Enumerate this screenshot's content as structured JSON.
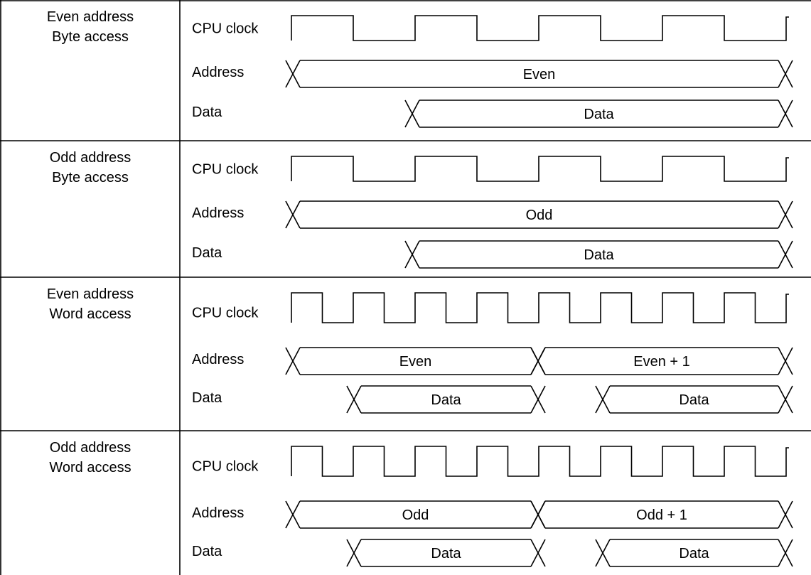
{
  "rows": [
    {
      "title": [
        "Even address",
        "Byte access"
      ],
      "clock_label": "CPU clock",
      "clock_cycles": 4,
      "address_label": "Address",
      "address_values": [
        "Even"
      ],
      "data_label": "Data",
      "data_values": [
        "Data"
      ]
    },
    {
      "title": [
        "Odd address",
        "Byte access"
      ],
      "clock_label": "CPU clock",
      "clock_cycles": 4,
      "address_label": "Address",
      "address_values": [
        "Odd"
      ],
      "data_label": "Data",
      "data_values": [
        "Data"
      ]
    },
    {
      "title": [
        "Even address",
        "Word access"
      ],
      "clock_label": "CPU clock",
      "clock_cycles": 8,
      "address_label": "Address",
      "address_values": [
        "Even",
        "Even + 1"
      ],
      "data_label": "Data",
      "data_values": [
        "Data",
        "Data"
      ]
    },
    {
      "title": [
        "Odd address",
        "Word access"
      ],
      "clock_label": "CPU clock",
      "clock_cycles": 8,
      "address_label": "Address",
      "address_values": [
        "Odd",
        "Odd + 1"
      ],
      "data_label": "Data",
      "data_values": [
        "Data",
        "Data"
      ]
    }
  ]
}
